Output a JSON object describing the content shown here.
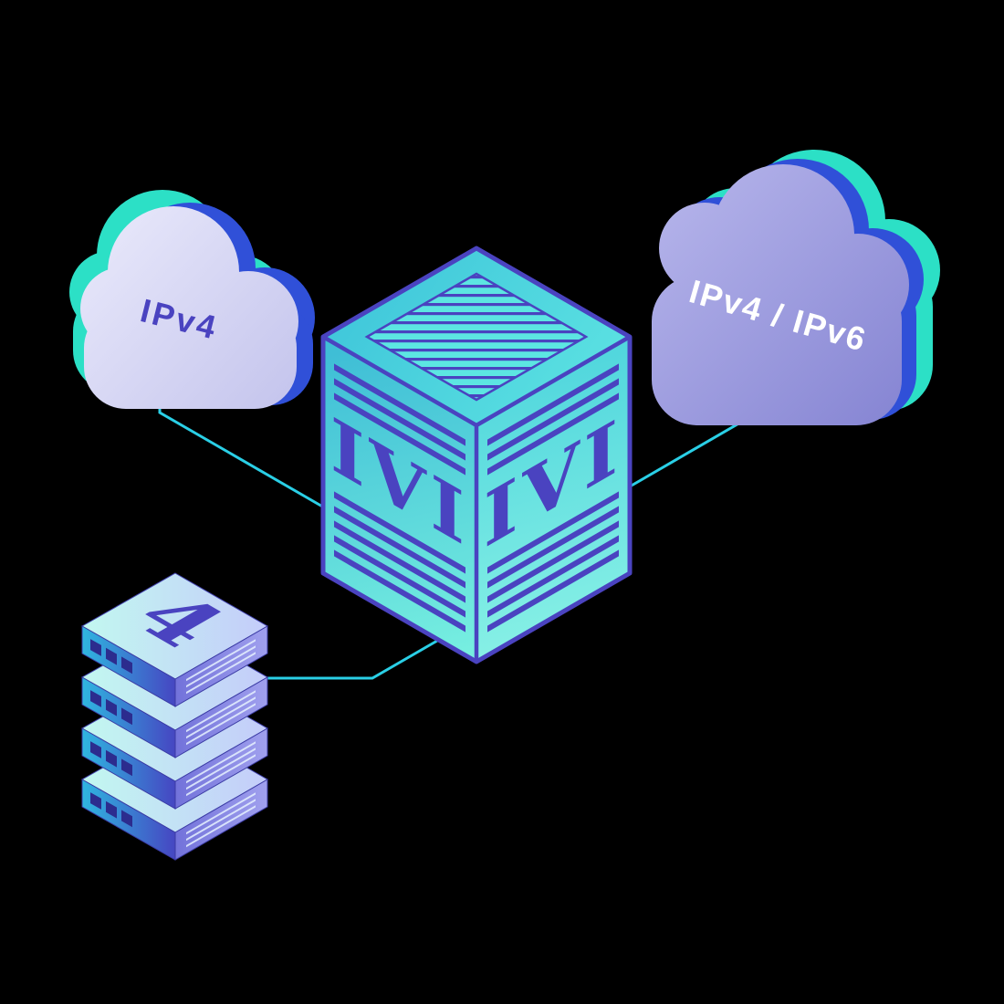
{
  "diagram": {
    "cloud_left": {
      "label": "IPv4"
    },
    "cloud_right": {
      "label": "IPv4 / IPv6"
    },
    "translator_box": {
      "left_face_label": "IVI",
      "right_face_label": "IVI"
    },
    "server_stack": {
      "top_label": "4"
    },
    "colors": {
      "background": "#000000",
      "connector_line": "#2acfe6",
      "teal_accent": "#2ce0c6",
      "blue_accent": "#3050d8",
      "indigo_detail": "#4a43c0",
      "cloud_left_fill": "#dcdcf4",
      "cloud_right_fill": "#9a99dd",
      "box_face_teal": "#5ce6e2"
    }
  }
}
